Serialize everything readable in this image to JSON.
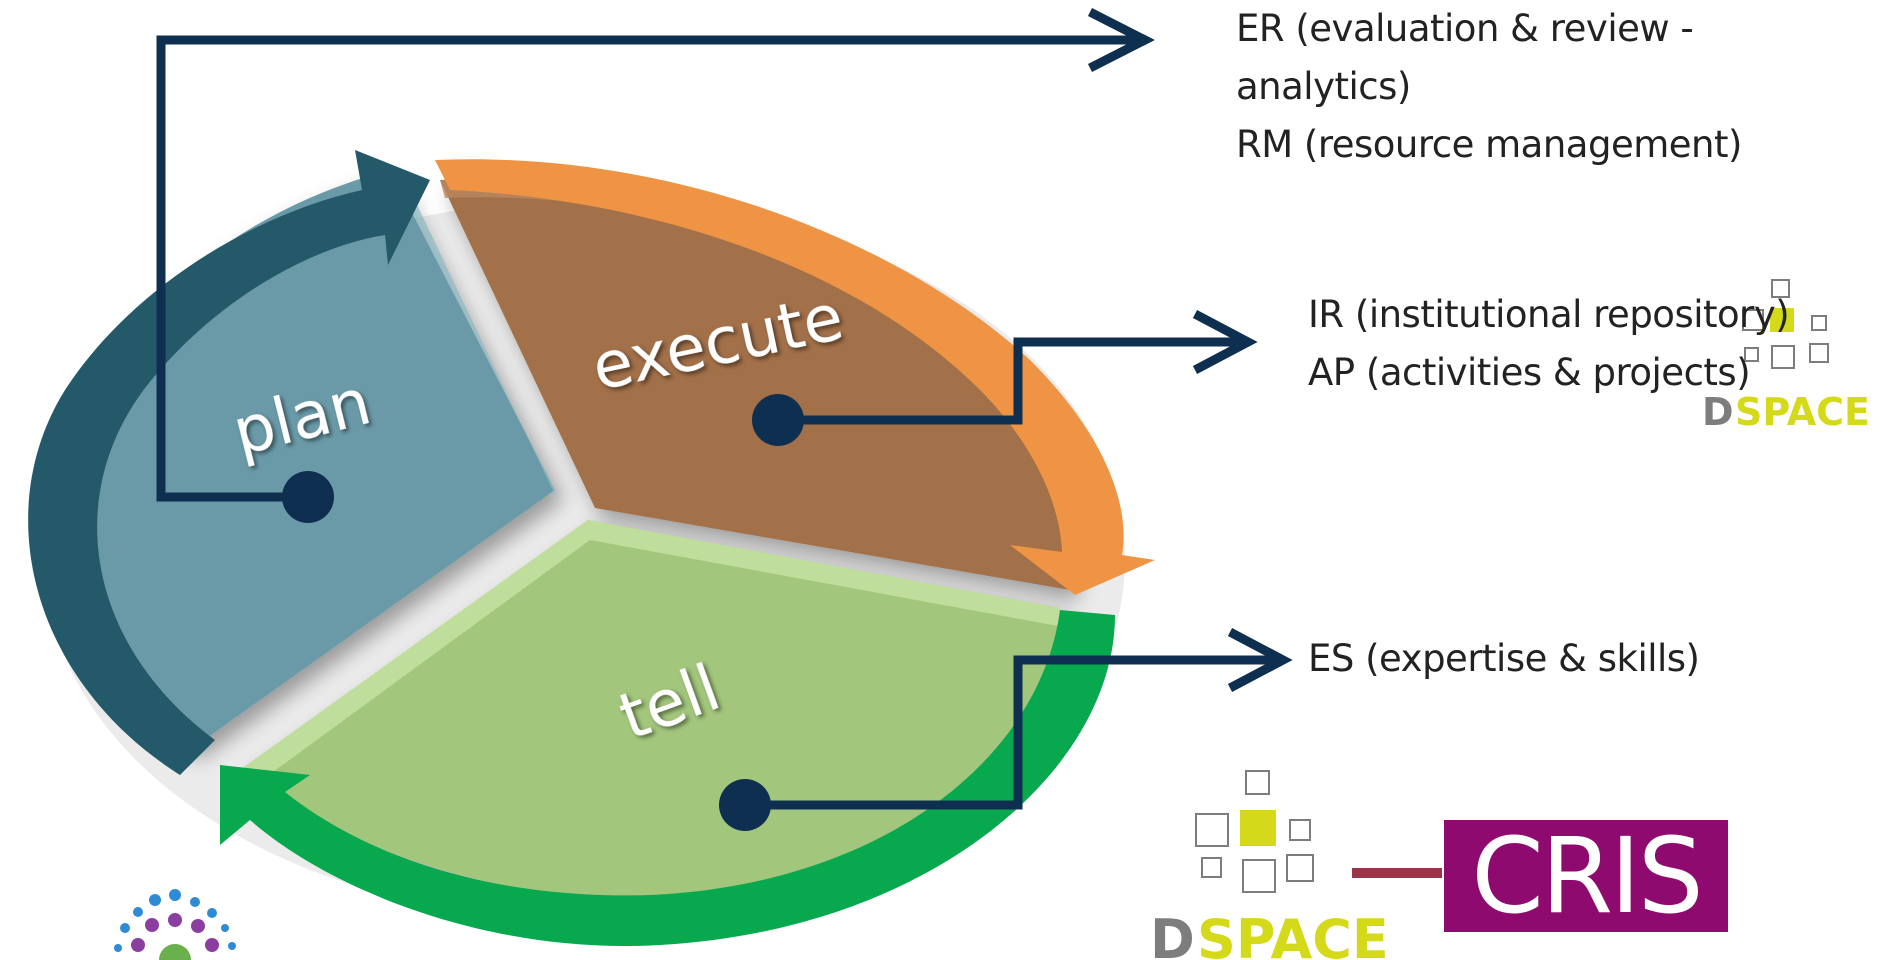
{
  "diagram": {
    "segments": {
      "plan": "plan",
      "execute": "execute",
      "tell": "tell"
    },
    "annotations": {
      "plan": [
        "ER (evaluation & review -",
        "analytics)",
        "RM (resource management)"
      ],
      "execute": [
        "IR (institutional repository)",
        "AP (activities & projects)"
      ],
      "tell": [
        "ES (expertise & skills)"
      ]
    },
    "logos": {
      "dspace_small": {
        "d": "D",
        "space": "SPACE"
      },
      "dspace_cris": {
        "d": "D",
        "space": "SPACE",
        "cris": "CRIS"
      }
    }
  },
  "colors": {
    "plan": "#6a9aa8",
    "plan_arrow": "#235969",
    "execute": "#a2704a",
    "execute_arrow": "#ef9445",
    "tell": "#a2c67c",
    "tell_arrow": "#08a84e",
    "connector": "#0e2f4f",
    "dspace_gray": "#7d7d7d",
    "dspace_yellow": "#d4d91a",
    "cris_purple": "#8f0a6e",
    "cris_connector": "#9a3448"
  }
}
